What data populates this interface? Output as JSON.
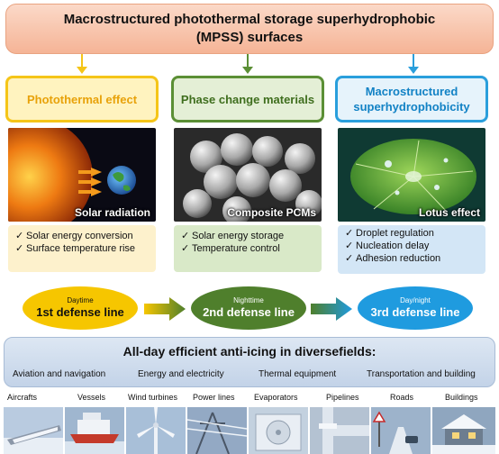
{
  "title": {
    "line1": "Macrostructured photothermal storage superhydrophobic",
    "line2": "(MPSS) surfaces"
  },
  "columns": [
    {
      "heading": "Photothermal effect",
      "image_label": "Solar radiation",
      "bullets": [
        "Solar energy conversion",
        "Surface temperature rise"
      ],
      "defense_time": "Daytime",
      "defense_line": "1st defense line",
      "color": "#f5c518"
    },
    {
      "heading": "Phase change materials",
      "image_label": "Composite PCMs",
      "bullets": [
        "Solar energy storage",
        "Temperature  control"
      ],
      "defense_time": "Nighttime",
      "defense_line": "2nd defense line",
      "color": "#5b8f35"
    },
    {
      "heading_line1": "Macrostructured",
      "heading_line2": "superhydrophobicity",
      "image_label": "Lotus effect",
      "bullets": [
        "Droplet regulation",
        "Nucleation delay",
        "Adhesion reduction"
      ],
      "defense_time": "Day/night",
      "defense_line": "3rd defense line",
      "color": "#2a9fdc"
    }
  ],
  "check_glyph": "✓",
  "banner": {
    "title": "All-day efficient anti-icing in diversefields:",
    "fields": [
      "Aviation and navigation",
      "Energy and electricity",
      "Thermal equipment",
      "Transportation and building"
    ]
  },
  "applications": [
    "Aircrafts",
    "Vessels",
    "Wind turbines",
    "Power lines",
    "Evaporators",
    "Pipelines",
    "Roads",
    "Buildings"
  ]
}
